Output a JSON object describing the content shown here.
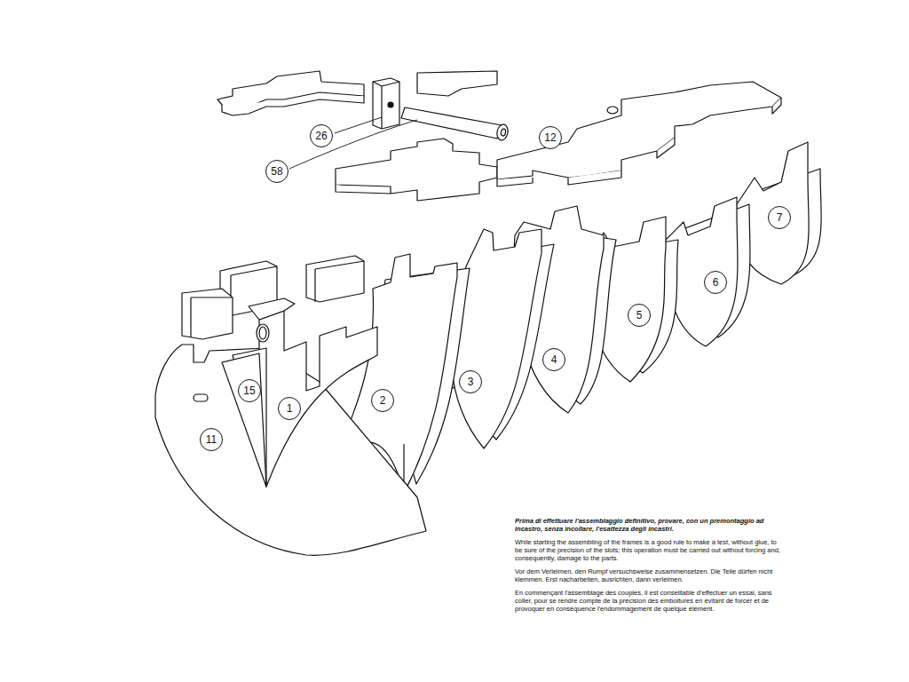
{
  "diagram": {
    "nodes": [
      {
        "text": [
          "26"
        ]
      },
      {
        "text": [
          "58"
        ]
      },
      {
        "text": [
          "12"
        ]
      },
      {
        "text": [
          "7"
        ]
      },
      {
        "text": [
          "6"
        ]
      },
      {
        "text": [
          "5"
        ]
      },
      {
        "text": [
          "4"
        ]
      },
      {
        "text": [
          "3"
        ]
      },
      {
        "text": [
          "2"
        ]
      },
      {
        "text": [
          "15"
        ]
      },
      {
        "text": [
          "1"
        ]
      },
      {
        "text": [
          "11"
        ]
      }
    ],
    "labels": [
      "Prima di effettuare l'assemblaggio definitivo, provare, con un premontaggio ad incastro, senza incollare, l'esattezza degli incastri.",
      "While starting the assembling of the frames is a good rule to make a test, without glue, to be sure of the precision of the slots; this operation must be carried out without forcing and, consequently, damage to the parts.",
      "Vor dem Verleimen, den Rumpf versuchsweise zusammensetzen. Die Teile dürfen nicht klemmen. Erst nacharbeiten, ausrichten, dann verleimen.",
      "En commençant l'assemblage des couples, il est conseillable d'effectuer un essai, sans coller, pour se rendre compte de la précision des emboitures en évitant de forcer et de provoquer en conséquence l'endommagement de quelque élément."
    ]
  }
}
